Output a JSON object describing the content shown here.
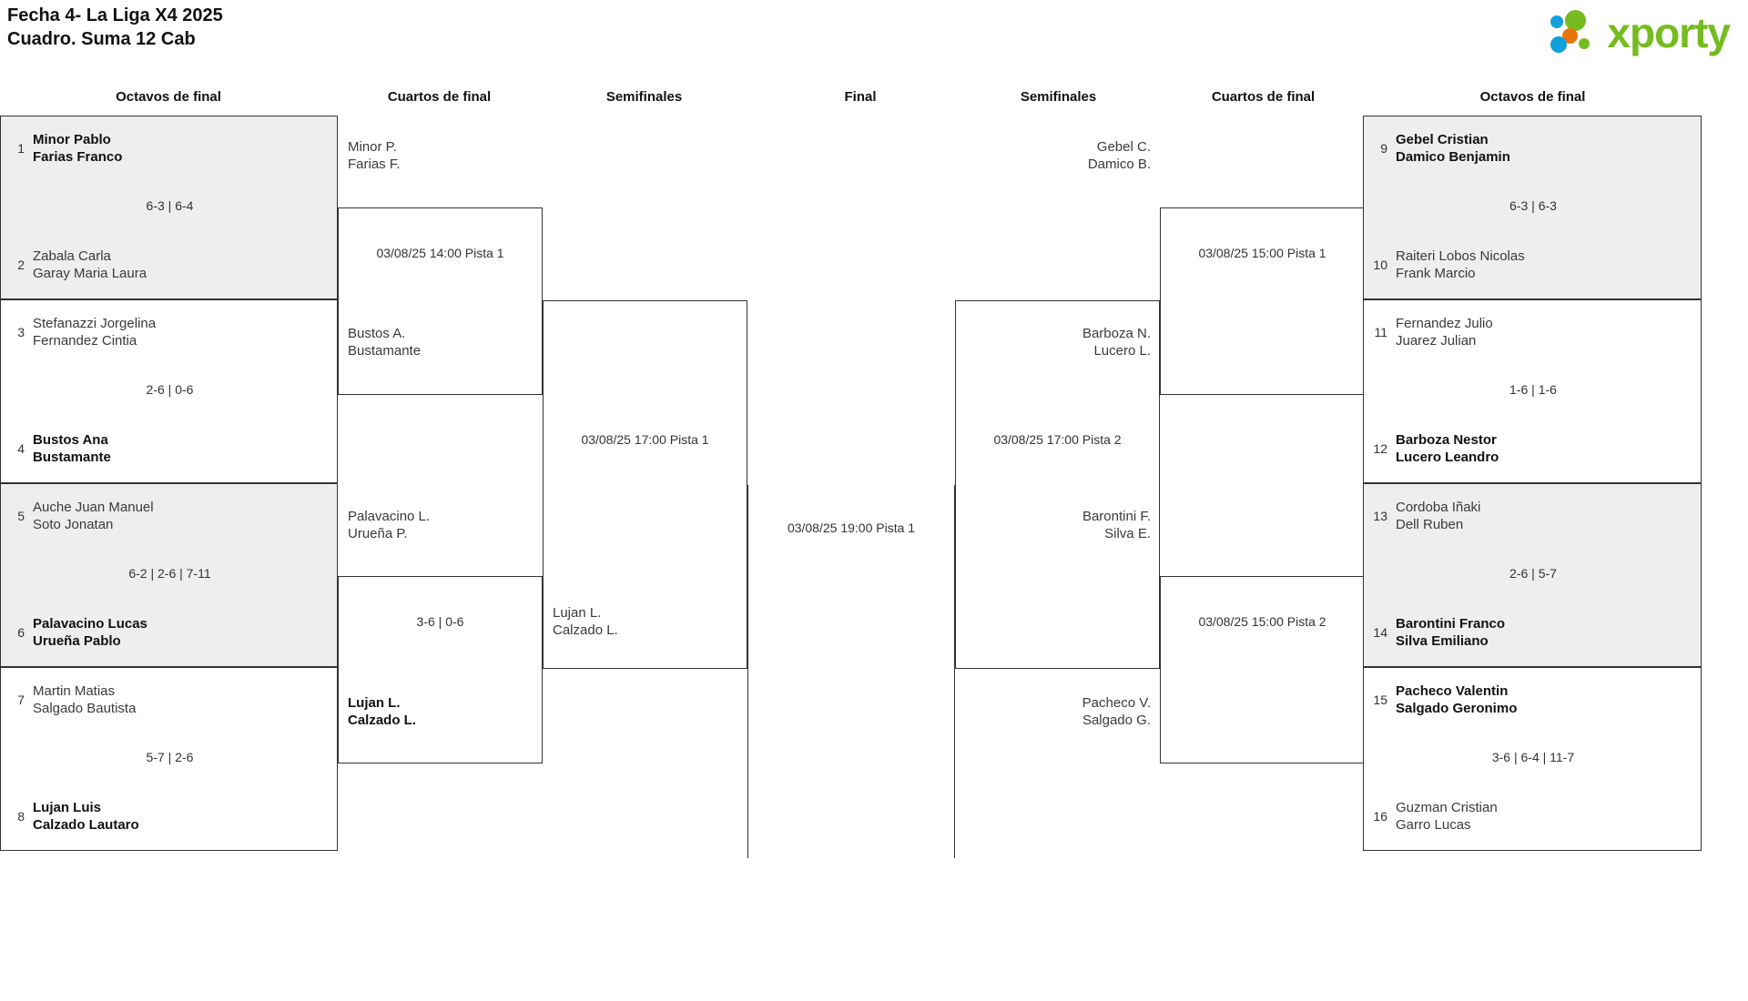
{
  "header": {
    "title_line1": "Fecha 4- La Liga X4 2025",
    "title_line2": "Cuadro. Suma 12 Cab",
    "logo_word": "xporty",
    "logo_colors": {
      "green": "#76bc21",
      "orange": "#e8740c",
      "blue": "#11a0dc"
    }
  },
  "round_headers": {
    "left_r16": "Octavos de final",
    "left_qf": "Cuartos de final",
    "left_sf": "Semifinales",
    "final": "Final",
    "right_sf": "Semifinales",
    "right_qf": "Cuartos de final",
    "right_r16": "Octavos de final"
  },
  "left": {
    "r16": [
      {
        "score": "6-3 | 6-4",
        "shaded": true,
        "players": [
          {
            "seed": "1",
            "line1": "Minor Pablo",
            "line2": "Farias Franco",
            "winner": true
          },
          {
            "seed": "2",
            "line1": "Zabala Carla",
            "line2": "Garay Maria Laura",
            "winner": false
          }
        ]
      },
      {
        "score": "2-6 | 0-6",
        "shaded": false,
        "players": [
          {
            "seed": "3",
            "line1": "Stefanazzi Jorgelina",
            "line2": "Fernandez Cintia",
            "winner": false
          },
          {
            "seed": "4",
            "line1": "Bustos Ana",
            "line2": "Bustamante",
            "winner": true
          }
        ]
      },
      {
        "score": "6-2 | 2-6 | 7-11",
        "shaded": true,
        "players": [
          {
            "seed": "5",
            "line1": "Auche Juan Manuel",
            "line2": "Soto Jonatan",
            "winner": false
          },
          {
            "seed": "6",
            "line1": "Palavacino Lucas",
            "line2": "Urueña Pablo",
            "winner": true
          }
        ]
      },
      {
        "score": "5-7 | 2-6",
        "shaded": false,
        "players": [
          {
            "seed": "7",
            "line1": "Martin Matias",
            "line2": "Salgado Bautista",
            "winner": false
          },
          {
            "seed": "8",
            "line1": "Lujan Luis",
            "line2": "Calzado Lautaro",
            "winner": true
          }
        ]
      }
    ],
    "qf": [
      {
        "label": "03/08/25 14:00 Pista 1",
        "top": {
          "line1": "Minor P.",
          "line2": "Farias F.",
          "winner": false
        },
        "bottom": {
          "line1": "Bustos A.",
          "line2": "Bustamante",
          "winner": false
        }
      },
      {
        "label": "3-6 | 0-6",
        "top": {
          "line1": "Palavacino L.",
          "line2": "Urueña P.",
          "winner": false
        },
        "bottom": {
          "line1": "Lujan L.",
          "line2": "Calzado L.",
          "winner": true
        }
      }
    ],
    "sf": [
      {
        "label": "03/08/25 17:00 Pista 1",
        "top": {
          "line1": "",
          "line2": "",
          "winner": false
        },
        "bottom": {
          "line1": "Lujan L.",
          "line2": "Calzado L.",
          "winner": false
        }
      }
    ]
  },
  "final": {
    "label": "03/08/25 19:00 Pista 1"
  },
  "right": {
    "r16": [
      {
        "score": "6-3 | 6-3",
        "shaded": true,
        "players": [
          {
            "seed": "9",
            "line1": "Gebel Cristian",
            "line2": "Damico Benjamin",
            "winner": true
          },
          {
            "seed": "10",
            "line1": "Raiteri Lobos Nicolas",
            "line2": "Frank Marcio",
            "winner": false
          }
        ]
      },
      {
        "score": "1-6 | 1-6",
        "shaded": false,
        "players": [
          {
            "seed": "11",
            "line1": "Fernandez Julio",
            "line2": "Juarez Julian",
            "winner": false
          },
          {
            "seed": "12",
            "line1": "Barboza Nestor",
            "line2": "Lucero Leandro",
            "winner": true
          }
        ]
      },
      {
        "score": "2-6 | 5-7",
        "shaded": true,
        "players": [
          {
            "seed": "13",
            "line1": "Cordoba Iñaki",
            "line2": "Dell Ruben",
            "winner": false
          },
          {
            "seed": "14",
            "line1": "Barontini Franco",
            "line2": "Silva Emiliano",
            "winner": true
          }
        ]
      },
      {
        "score": "3-6 | 6-4 | 11-7",
        "shaded": false,
        "players": [
          {
            "seed": "15",
            "line1": "Pacheco Valentin",
            "line2": "Salgado Geronimo",
            "winner": true
          },
          {
            "seed": "16",
            "line1": "Guzman Cristian",
            "line2": "Garro Lucas",
            "winner": false
          }
        ]
      }
    ],
    "qf": [
      {
        "label": "03/08/25 15:00 Pista 1",
        "top": {
          "line1": "Gebel C.",
          "line2": "Damico B.",
          "winner": false
        },
        "bottom": {
          "line1": "Barboza N.",
          "line2": "Lucero L.",
          "winner": false
        }
      },
      {
        "label": "03/08/25 15:00 Pista 2",
        "top": {
          "line1": "Barontini F.",
          "line2": "Silva E.",
          "winner": false
        },
        "bottom": {
          "line1": "Pacheco V.",
          "line2": "Salgado G.",
          "winner": false
        }
      }
    ],
    "sf": [
      {
        "label": "03/08/25 17:00 Pista 2",
        "top": {
          "line1": "",
          "line2": "",
          "winner": false
        },
        "bottom": {
          "line1": "",
          "line2": "",
          "winner": false
        }
      }
    ]
  }
}
